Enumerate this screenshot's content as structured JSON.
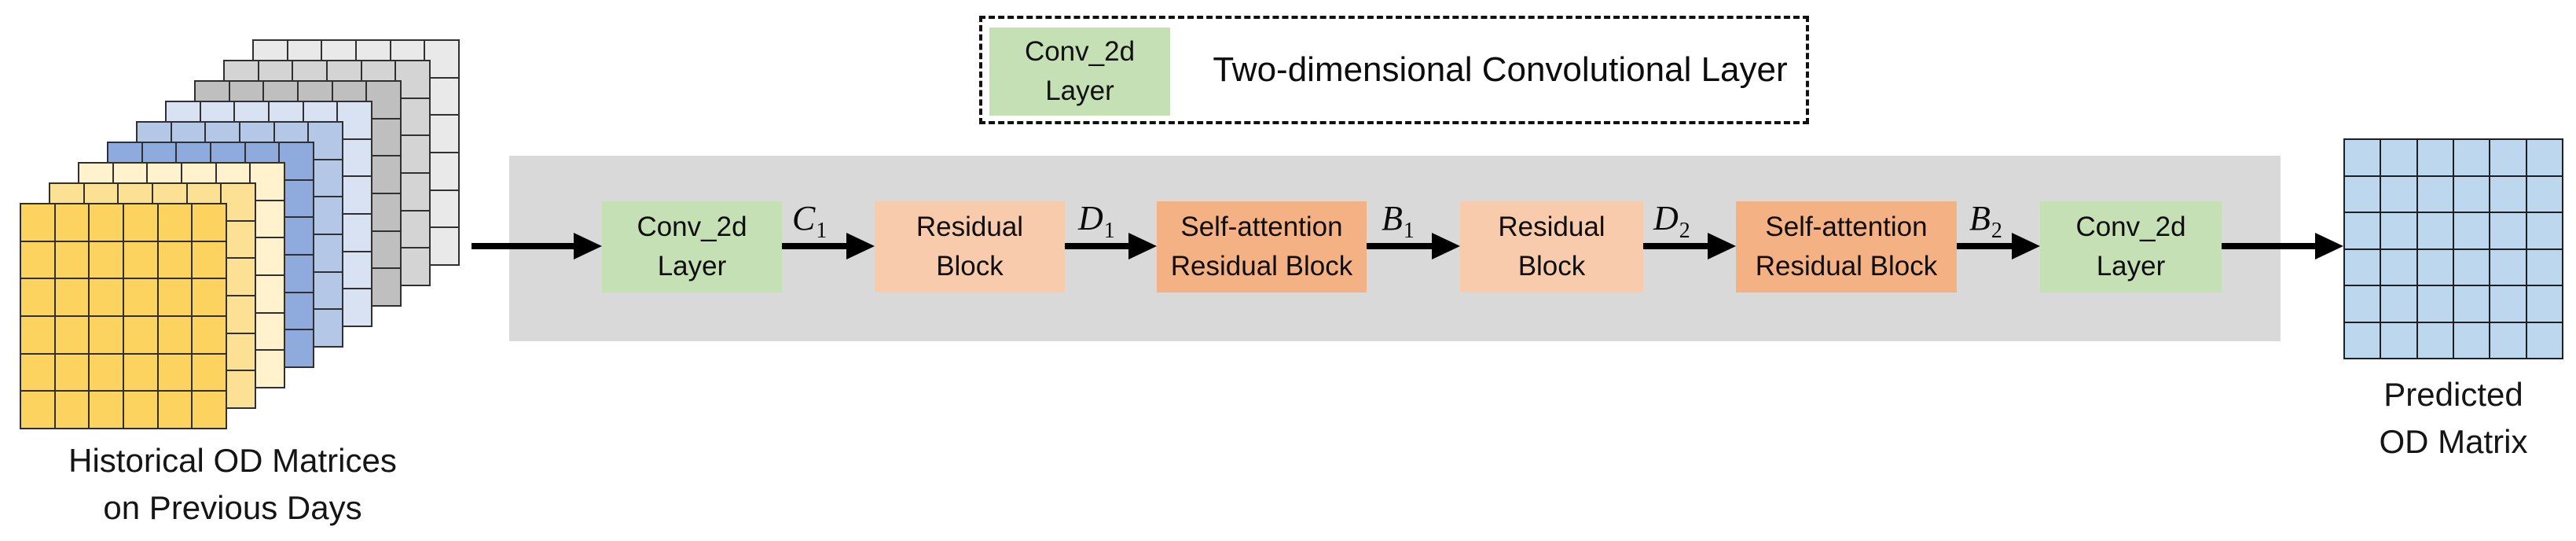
{
  "colors": {
    "band": "#D9D9D9",
    "conv": "#C5E0B4",
    "residual": "#F8CBAD",
    "attention": "#F4B183",
    "predicted_cell": "#BDD7EE",
    "stack_line": "#303030"
  },
  "input_stack": {
    "label": "Historical OD Matrices\non Previous Days",
    "grid": {
      "rows": 6,
      "cols": 6
    },
    "layers_front_to_back": [
      {
        "name": "matrix-gold",
        "color": "#FCD35E"
      },
      {
        "name": "matrix-yellow",
        "color": "#FCE093"
      },
      {
        "name": "matrix-cream",
        "color": "#FFF2CC"
      },
      {
        "name": "matrix-blue-med",
        "color": "#8FAADC"
      },
      {
        "name": "matrix-blue-light",
        "color": "#B4C7E7"
      },
      {
        "name": "matrix-blue-pale",
        "color": "#D9E2F3"
      },
      {
        "name": "matrix-gray-dark",
        "color": "#BFBFBF"
      },
      {
        "name": "matrix-gray-med",
        "color": "#D4D4D4"
      },
      {
        "name": "matrix-gray-light",
        "color": "#E9E9E9"
      }
    ]
  },
  "legend": {
    "swatch_label": "Conv_2d\nLayer",
    "description": "Two-dimensional Convolutional Layer"
  },
  "pipeline": {
    "blocks": [
      {
        "type": "conv",
        "label": "Conv_2d\nLayer"
      },
      {
        "type": "residual",
        "label": "Residual\nBlock"
      },
      {
        "type": "attention",
        "label": "Self-attention\nResidual Block"
      },
      {
        "type": "residual",
        "label": "Residual\nBlock"
      },
      {
        "type": "attention",
        "label": "Self-attention\nResidual Block"
      },
      {
        "type": "conv",
        "label": "Conv_2d\nLayer"
      }
    ],
    "arrow_labels": [
      {
        "base": "C",
        "sub": "1"
      },
      {
        "base": "D",
        "sub": "1"
      },
      {
        "base": "B",
        "sub": "1"
      },
      {
        "base": "D",
        "sub": "2"
      },
      {
        "base": "B",
        "sub": "2"
      }
    ]
  },
  "output": {
    "label": "Predicted\nOD Matrix",
    "grid": {
      "rows": 6,
      "cols": 6
    }
  }
}
